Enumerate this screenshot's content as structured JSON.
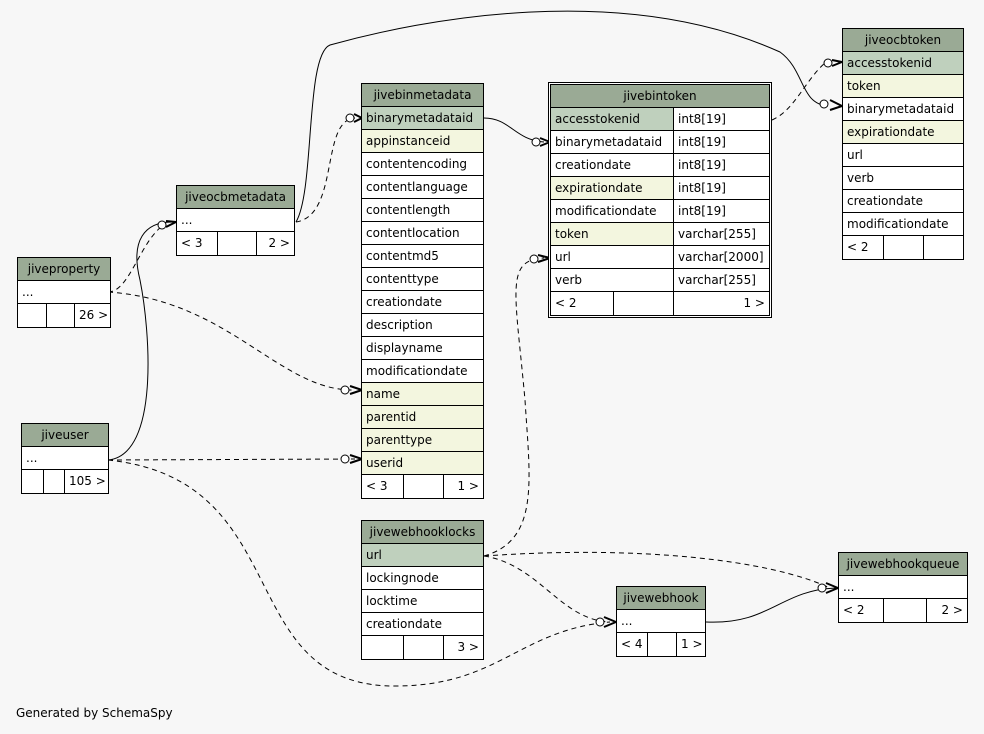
{
  "footer_text": "Generated by SchemaSpy",
  "colors": {
    "header": "#9aaa95",
    "primary_key": "#bfd0bd",
    "indexed": "#f3f6df",
    "background": "#f7f7f7"
  },
  "tables": {
    "jiveocbtoken": {
      "name": "jiveocbtoken",
      "columns": [
        "accesstokenid",
        "token",
        "binarymetadataid",
        "expirationdate",
        "url",
        "verb",
        "creationdate",
        "modificationdate"
      ],
      "footer": [
        "< 2",
        "",
        ""
      ]
    },
    "jivebinmetadata": {
      "name": "jivebinmetadata",
      "columns": [
        "binarymetadataid",
        "appinstanceid",
        "contentencoding",
        "contentlanguage",
        "contentlength",
        "contentlocation",
        "contentmd5",
        "contenttype",
        "creationdate",
        "description",
        "displayname",
        "modificationdate",
        "name",
        "parentid",
        "parenttype",
        "userid"
      ],
      "footer": [
        "< 3",
        "",
        "1 >"
      ]
    },
    "jivebintoken": {
      "name": "jivebintoken",
      "columns": [
        "accesstokenid",
        "binarymetadataid",
        "creationdate",
        "expirationdate",
        "modificationdate",
        "token",
        "url",
        "verb"
      ],
      "types": [
        "int8[19]",
        "int8[19]",
        "int8[19]",
        "int8[19]",
        "int8[19]",
        "varchar[255]",
        "varchar[2000]",
        "varchar[255]"
      ],
      "footer": [
        "< 2",
        "",
        "1 >"
      ]
    },
    "jiveocbmetadata": {
      "name": "jiveocbmetadata",
      "columns": [
        "..."
      ],
      "footer": [
        "< 3",
        "",
        "2 >"
      ]
    },
    "jiveproperty": {
      "name": "jiveproperty",
      "columns": [
        "..."
      ],
      "footer": [
        "",
        "",
        "26 >"
      ]
    },
    "jiveuser": {
      "name": "jiveuser",
      "columns": [
        "..."
      ],
      "footer": [
        "",
        "",
        "105 >"
      ]
    },
    "jivewebhooklocks": {
      "name": "jivewebhooklocks",
      "columns": [
        "url",
        "lockingnode",
        "locktime",
        "creationdate"
      ],
      "footer": [
        "",
        "",
        "3 >"
      ]
    },
    "jivewebhook": {
      "name": "jivewebhook",
      "columns": [
        "..."
      ],
      "footer": [
        "< 4",
        "",
        "1 >"
      ]
    },
    "jivewebhookqueue": {
      "name": "jivewebhookqueue",
      "columns": [
        "..."
      ],
      "footer": [
        "< 2",
        "",
        "2 >"
      ]
    }
  }
}
